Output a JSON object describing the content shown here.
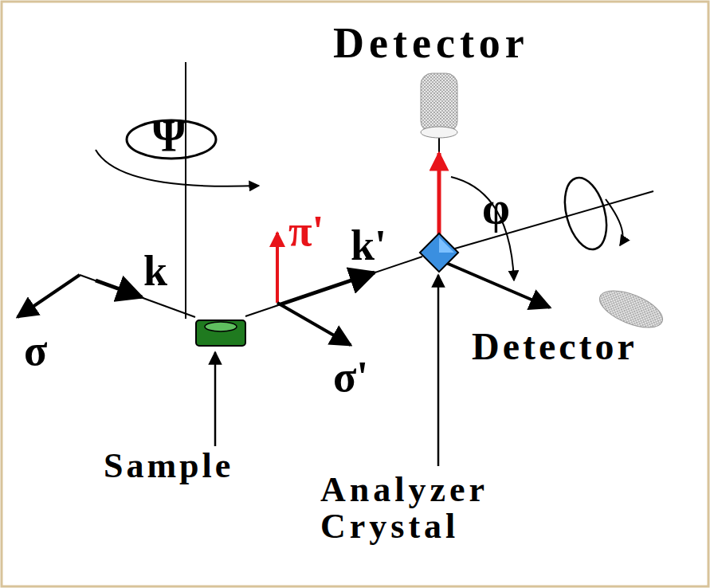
{
  "diagram": {
    "labels": [
      "Detector",
      "Ψ",
      "π'",
      "k",
      "k'",
      "φ",
      "σ",
      "σ'",
      "Detector",
      "Sample",
      "Analyzer Crystal"
    ]
  }
}
